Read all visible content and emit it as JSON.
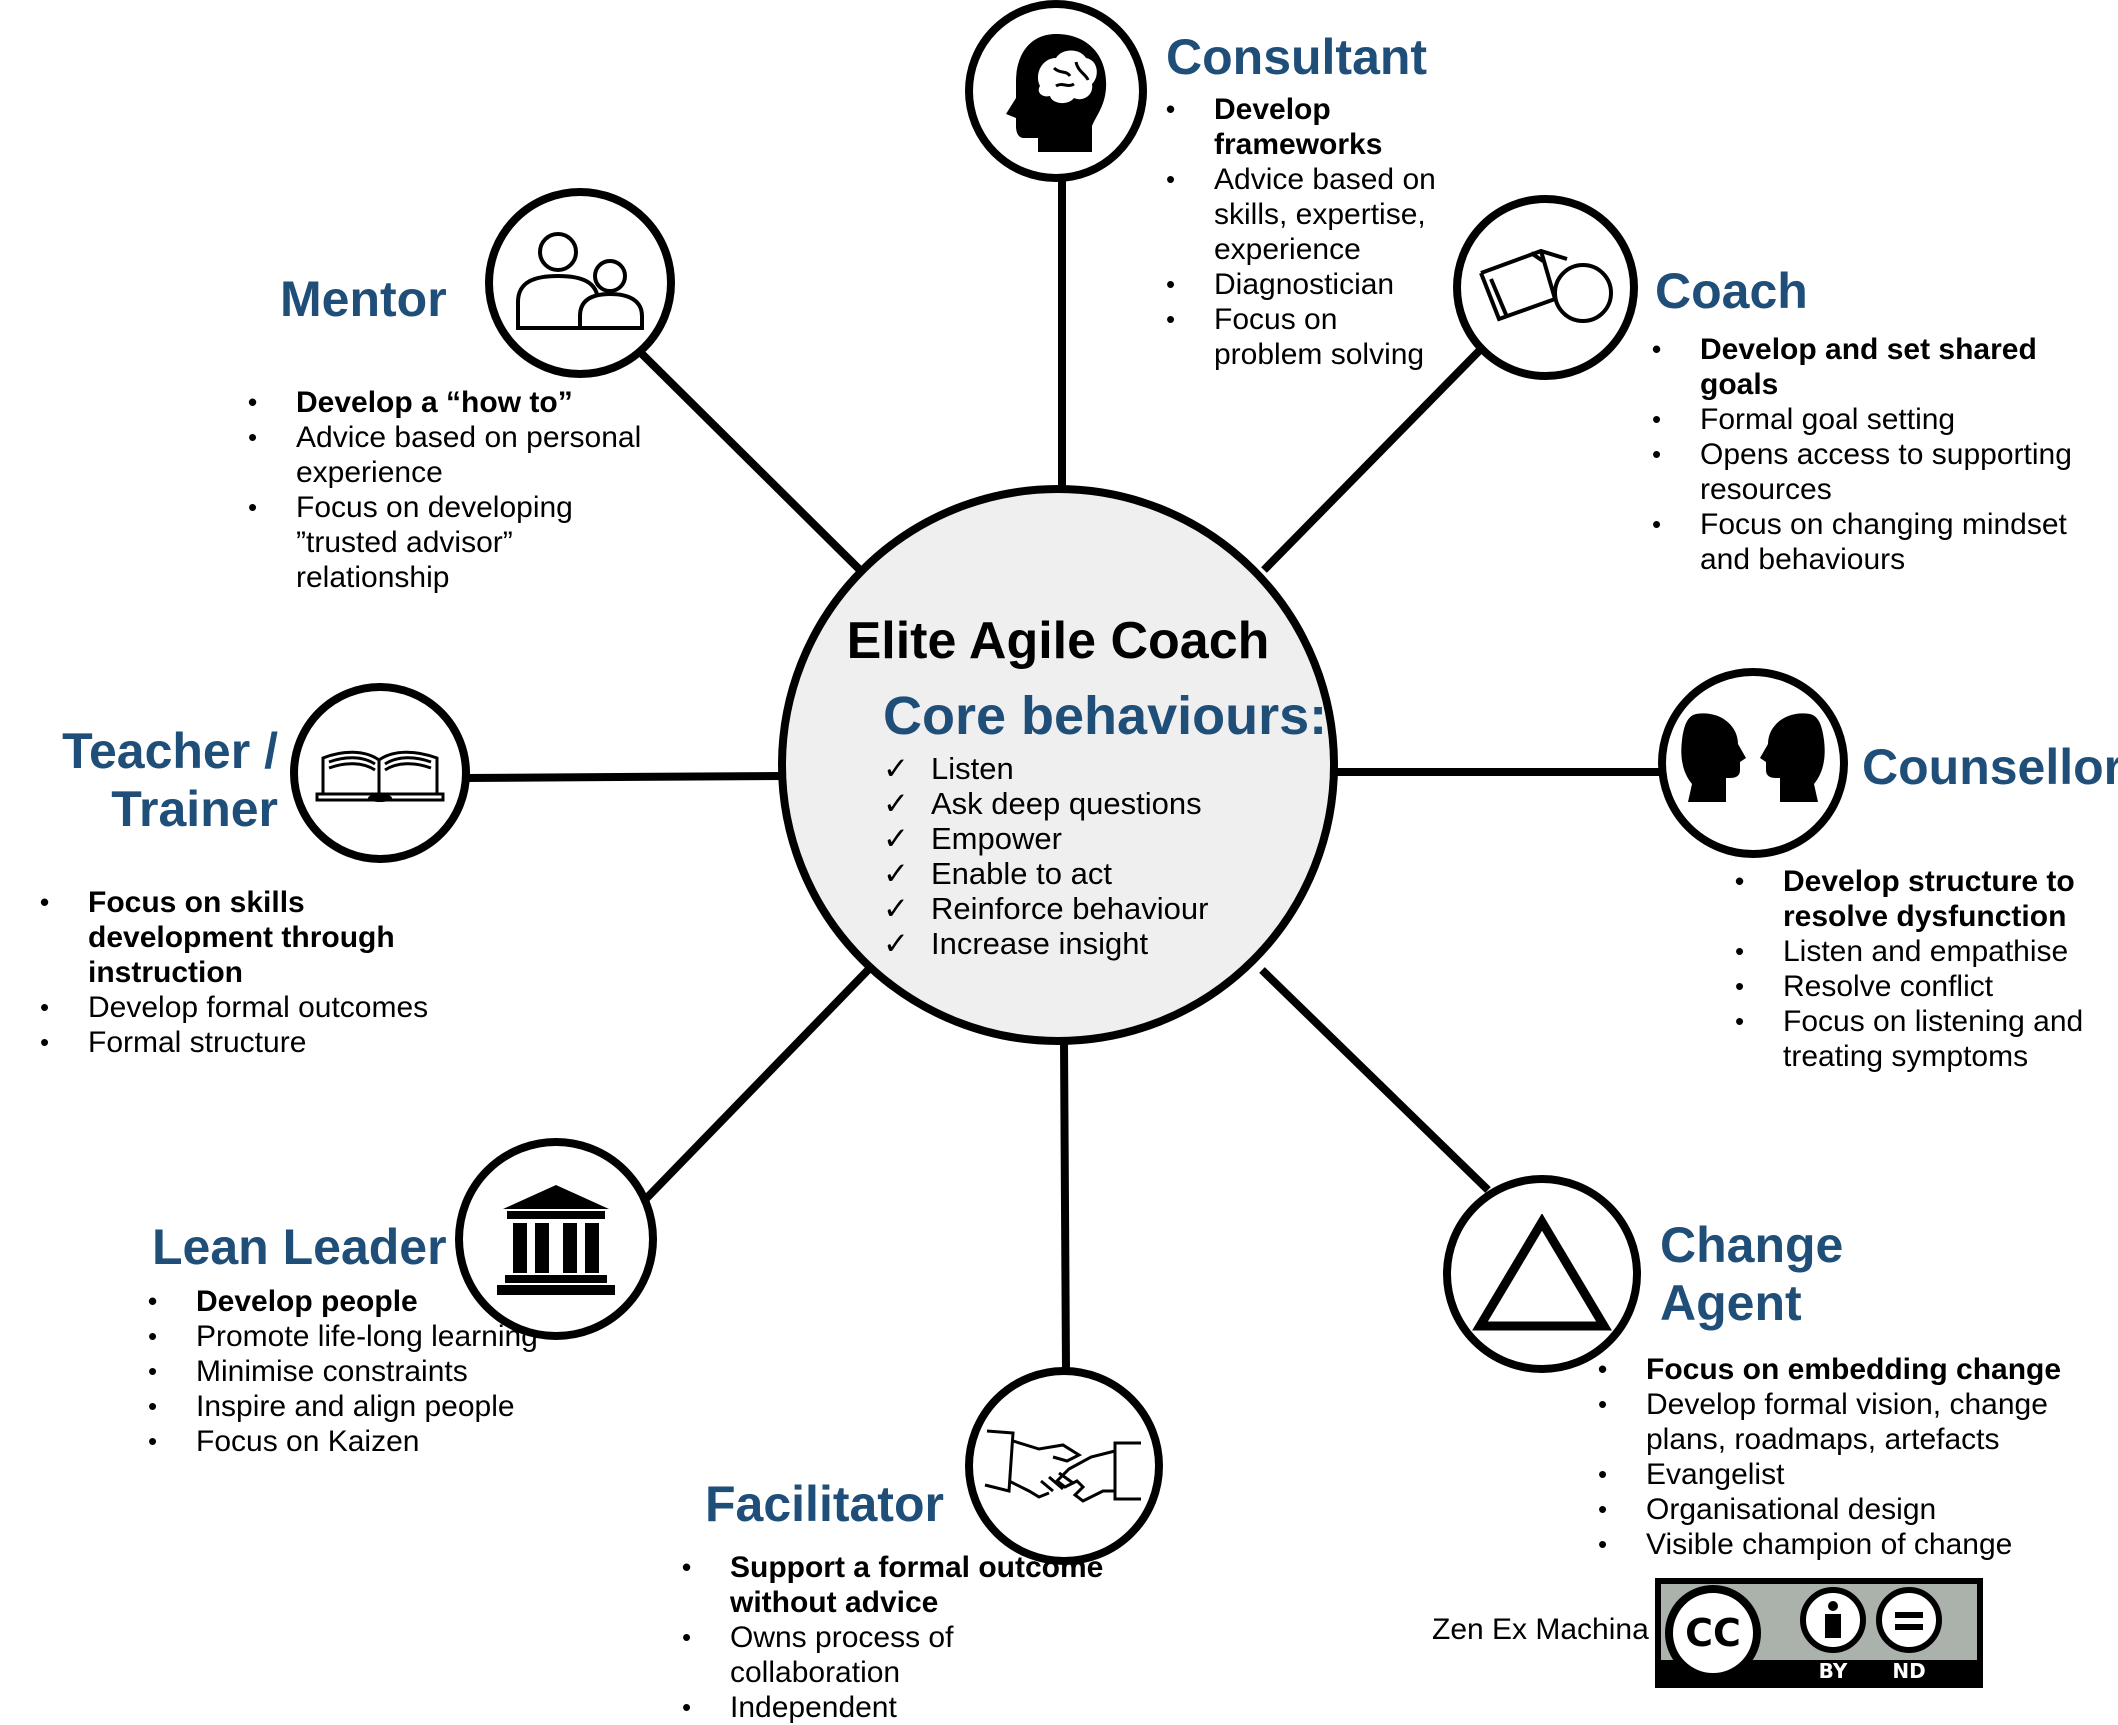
{
  "center": {
    "title": "Elite Agile Coach",
    "core_title": "Core behaviours:",
    "core_items": [
      "Listen",
      "Ask deep questions",
      "Empower",
      "Enable to act",
      "Reinforce behaviour",
      "Increase insight"
    ],
    "check_glyph": "✓"
  },
  "roles": {
    "consultant": {
      "title": "Consultant",
      "icon": "head-brain-icon",
      "items": [
        "Develop frameworks",
        "Advice based on skills, expertise, experience",
        "Diagnostician",
        "Focus on problem solving"
      ]
    },
    "coach": {
      "title": "Coach",
      "icon": "whistle-icon",
      "items": [
        "Develop and set shared goals",
        "Formal goal setting",
        "Opens access to supporting resources",
        "Focus on changing mindset and behaviours"
      ]
    },
    "counsellor": {
      "title": "Counsellor",
      "icon": "two-heads-facing-icon",
      "items": [
        "Develop structure to resolve dysfunction",
        "Listen and empathise",
        "Resolve conflict",
        "Focus on listening and treating symptoms"
      ]
    },
    "change_agent": {
      "title_line1": "Change",
      "title_line2": "Agent",
      "icon": "triangle-icon",
      "items": [
        "Focus on embedding change",
        "Develop formal vision, change plans,  roadmaps, artefacts",
        "Evangelist",
        "Organisational design",
        "Visible champion of change"
      ]
    },
    "facilitator": {
      "title": "Facilitator",
      "icon": "handshake-icon",
      "items": [
        "Support a formal outcome without advice",
        "Owns process of collaboration",
        "Independent"
      ]
    },
    "lean_leader": {
      "title": "Lean Leader",
      "icon": "temple-icon",
      "items": [
        "Develop people",
        "Promote life-long learning",
        "Minimise constraints",
        "Inspire and align people",
        "Focus on Kaizen"
      ]
    },
    "teacher": {
      "title_line1": "Teacher /",
      "title_line2": "Trainer",
      "icon": "open-book-icon",
      "items": [
        "Focus on skills development through instruction",
        "Develop formal outcomes",
        "Formal structure"
      ]
    },
    "mentor": {
      "title": "Mentor",
      "icon": "two-people-icon",
      "items": [
        "Develop a “how to”",
        "Advice based on personal experience",
        "Focus on developing ”trusted advisor” relationship"
      ]
    }
  },
  "footer": {
    "credit": "Zen Ex Machina",
    "license_cc": "CC",
    "license_by": "BY",
    "license_nd": "ND"
  },
  "colors": {
    "title_blue": "#1f4e79",
    "center_fill": "#efefef",
    "line": "#000000"
  }
}
